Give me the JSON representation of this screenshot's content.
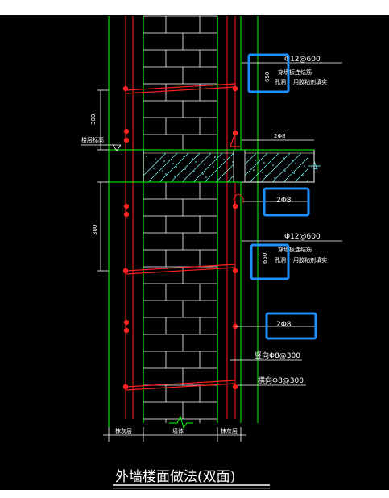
{
  "title": "外墙楼面做法(双面)",
  "annotations": {
    "rebar_top": "Φ12@600",
    "note_top_line1": "穿墙板连结筋",
    "note_top_line2": "孔洞",
    "note_top_line3": "用胶粘剂填实",
    "dim_top_box": "650",
    "rebar_mid": "Φ12@600",
    "note_mid_line1": "穿墙板连结筋",
    "note_mid_line2": "孔洞",
    "note_mid_line3": "用胶粘剂填实",
    "dim_mid_box": "650",
    "slab_bar": "2Φ8",
    "box_bar_upper": "2Φ8",
    "box_bar_lower": "2Φ8",
    "vertical_bar": "竖向Φ8@300",
    "horizontal_bar": "横向Φ8@300",
    "floor_level": "楼层标高",
    "dim_left_upper": "300",
    "dim_left_lower": "300",
    "dim_bottom_left": "抹灰层",
    "dim_bottom_mid": "墙体",
    "dim_bottom_right": "抹灰层"
  },
  "colors": {
    "background": "#000000",
    "wall_line": "#00ff00",
    "red_line": "#ff2020",
    "white_line": "#ffffff",
    "cyan_hatch": "#7fffff",
    "highlight_box": "#1e90ff"
  }
}
